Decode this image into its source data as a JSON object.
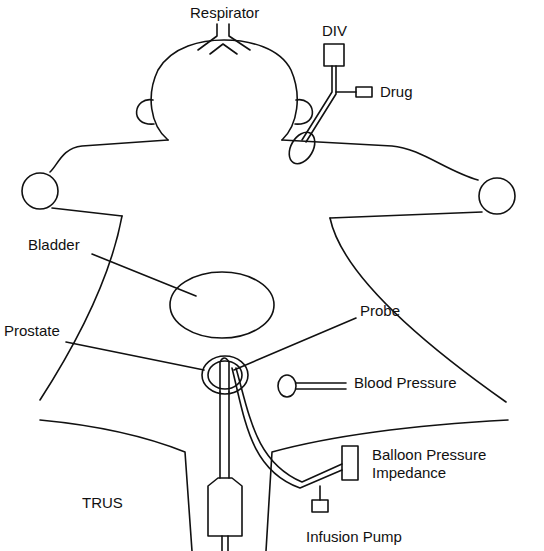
{
  "diagram": {
    "labels": [
      "Respirator",
      "DIV",
      "Drug",
      "Bladder",
      "Prostate",
      "Probe",
      "Blood Pressure",
      "Balloon Pressure Impedance",
      "TRUS",
      "Infusion Pump"
    ]
  }
}
